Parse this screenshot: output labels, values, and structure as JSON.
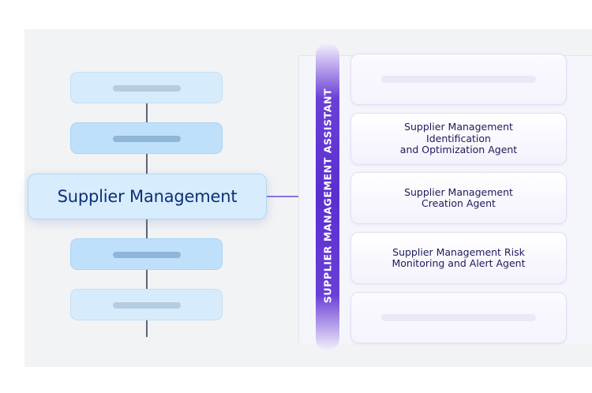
{
  "main_process": {
    "label": "Supplier Management"
  },
  "assistant": {
    "label": "SUPPLIER MANAGEMENT ASSISTANT"
  },
  "agents": [
    {
      "label": "Supplier Management\nIdentification\nand Optimization Agent"
    },
    {
      "label": "Supplier Management\nCreation Agent"
    },
    {
      "label": "Supplier Management Risk\nMonitoring and Alert Agent"
    }
  ],
  "colors": {
    "main_text": "#0f2f75",
    "assistant_bar": "#5b2ed0",
    "agent_text": "#1c1b5a"
  }
}
